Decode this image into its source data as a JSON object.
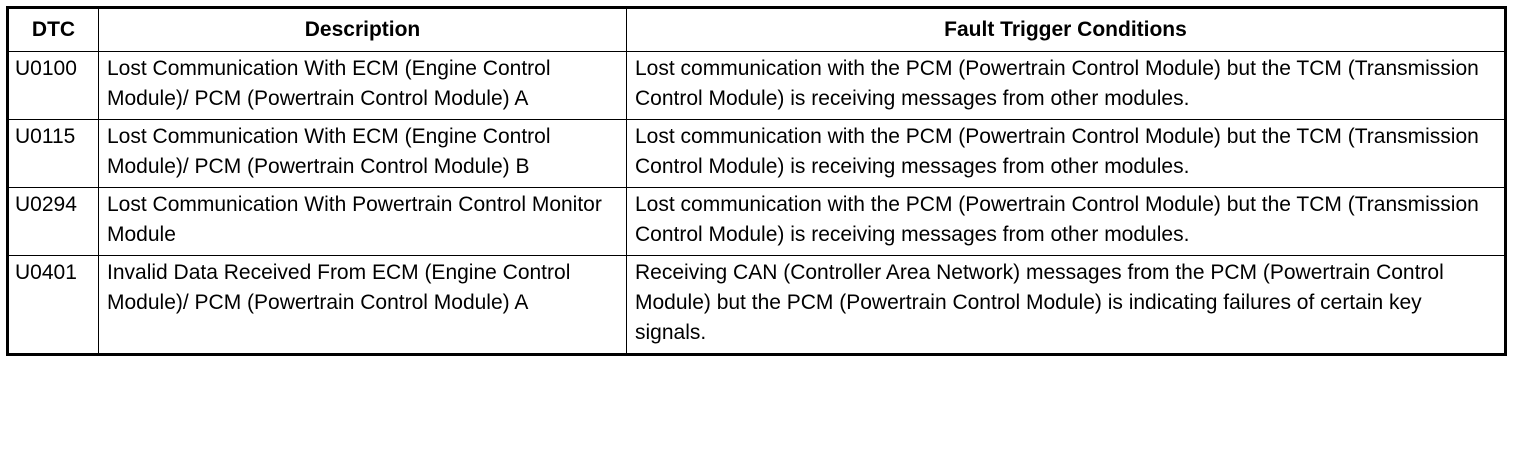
{
  "table": {
    "headers": [
      "DTC",
      "Description",
      "Fault Trigger Conditions"
    ],
    "rows": [
      {
        "dtc": "U0100",
        "description": "Lost Communication With ECM (Engine Control Module)/ PCM (Powertrain Control Module) A",
        "conditions": "Lost communication with the PCM (Powertrain Control Module) but the TCM (Transmission Control Module) is receiving messages from other modules."
      },
      {
        "dtc": "U0115",
        "description": "Lost Communication With ECM (Engine Control Module)/ PCM (Powertrain Control Module) B",
        "conditions": "Lost communication with the PCM (Powertrain Control Module) but the TCM (Transmission Control Module) is receiving messages from other modules."
      },
      {
        "dtc": "U0294",
        "description": "Lost Communication With Powertrain Control Monitor Module",
        "conditions": "Lost communication with the PCM (Powertrain Control Module) but the TCM (Transmission Control Module) is receiving messages from other modules."
      },
      {
        "dtc": "U0401",
        "description": "Invalid Data Received From ECM (Engine Control Module)/ PCM (Powertrain Control Module) A",
        "conditions": "Receiving CAN (Controller Area Network) messages from the PCM (Powertrain Control Module) but the PCM (Powertrain Control Module) is indicating failures of certain key signals."
      }
    ]
  }
}
